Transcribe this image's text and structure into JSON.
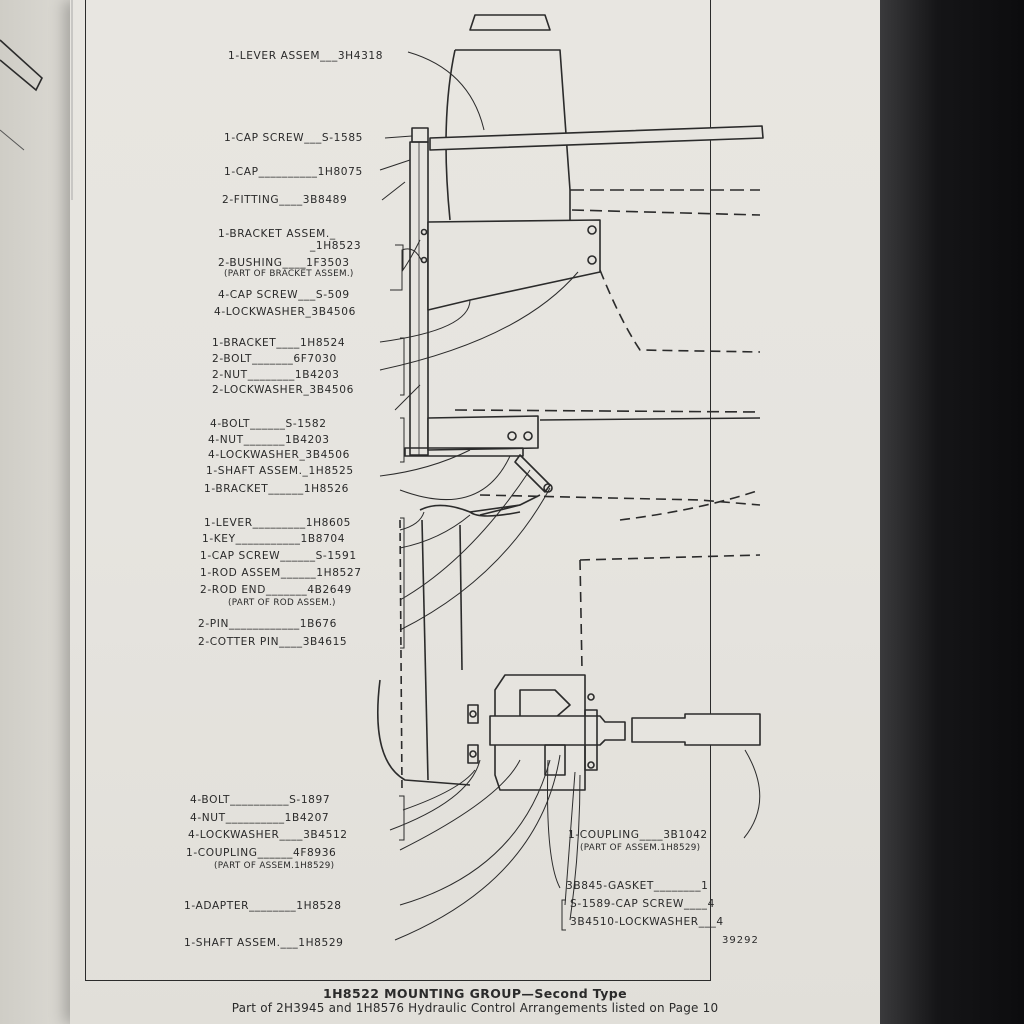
{
  "labels": {
    "lever_assem": "1-LEVER ASSEM___3H4318",
    "cap_screw_1": "1-CAP SCREW___S-1585",
    "cap": "1-CAP__________1H8075",
    "fitting": "2-FITTING____3B8489",
    "bracket_assem": "1-BRACKET ASSEM._",
    "bracket_assem_num": "_1H8523",
    "bushing": "2-BUSHING____1F3503",
    "bushing_note": "(PART OF BRACKET ASSEM.)",
    "cap_screw_2": "4-CAP SCREW___S-509",
    "lockwasher_1": "4-LOCKWASHER_3B4506",
    "bracket_1": "1-BRACKET____1H8524",
    "bolt_1": "2-BOLT_______6F7030",
    "nut_1": "2-NUT________1B4203",
    "lockwasher_2": "2-LOCKWASHER_3B4506",
    "bolt_2": "4-BOLT______S-1582",
    "nut_2": "4-NUT_______1B4203",
    "lockwasher_3": "4-LOCKWASHER_3B4506",
    "shaft_assem_1": "1-SHAFT ASSEM._1H8525",
    "bracket_2": "1-BRACKET______1H8526",
    "lever": "1-LEVER_________1H8605",
    "key": "1-KEY___________1B8704",
    "cap_screw_3": "1-CAP SCREW______S-1591",
    "rod_assem": "1-ROD ASSEM______1H8527",
    "rod_end": "2-ROD END_______4B2649",
    "rod_end_note": "(PART OF ROD ASSEM.)",
    "pin": "2-PIN____________1B676",
    "cotter_pin": "2-COTTER PIN____3B4615",
    "bolt_3": "4-BOLT__________S-1897",
    "nut_3": "4-NUT__________1B4207",
    "lockwasher_4": "4-LOCKWASHER____3B4512",
    "coupling_1": "1-COUPLING______4F8936",
    "coupling_1_note": "(PART OF ASSEM.1H8529)",
    "adapter": "1-ADAPTER________1H8528",
    "shaft_assem_2": "1-SHAFT ASSEM.___1H8529",
    "coupling_2": "1-COUPLING____3B1042",
    "coupling_2_note": "(PART OF ASSEM.1H8529)",
    "gasket": "3B845-GASKET________1",
    "cap_screw_4": "S-1589-CAP SCREW____4",
    "lockwasher_5": "3B4510-LOCKWASHER___4"
  },
  "figure_number": "39292",
  "caption": {
    "title": "1H8522 MOUNTING GROUP—Second Type",
    "subtitle": "Part of 2H3945 and 1H8576 Hydraulic Control Arrangements listed on Page 10"
  }
}
